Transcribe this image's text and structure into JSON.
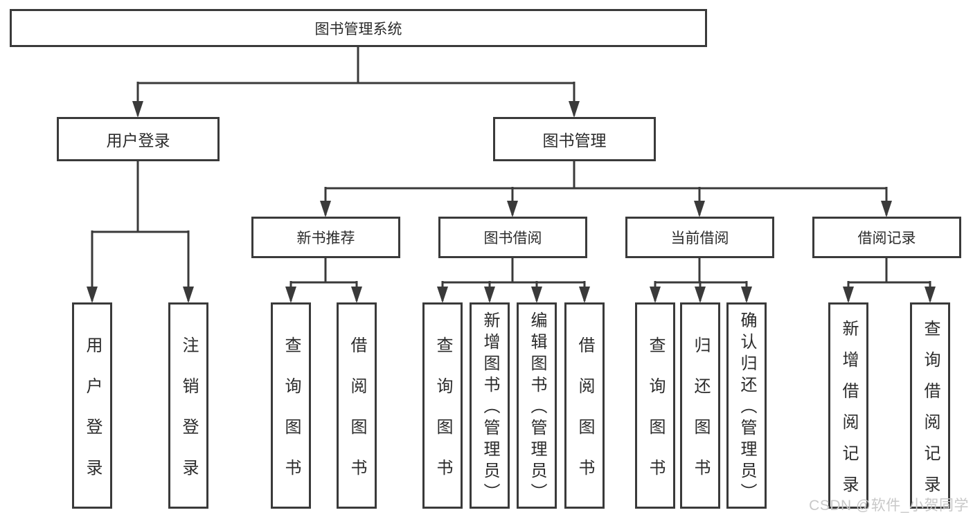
{
  "tree": {
    "label": "图书管理系统",
    "children": [
      {
        "label": "用户登录",
        "children": [
          {
            "label": "用户登录"
          },
          {
            "label": "注销登录"
          }
        ]
      },
      {
        "label": "图书管理",
        "children": [
          {
            "label": "新书推荐",
            "children": [
              {
                "label": "查询图书"
              },
              {
                "label": "借阅图书"
              }
            ]
          },
          {
            "label": "图书借阅",
            "children": [
              {
                "label": "查询图书"
              },
              {
                "label": "新增图书（管理员）"
              },
              {
                "label": "编辑图书（管理员）"
              },
              {
                "label": "借阅图书"
              }
            ]
          },
          {
            "label": "当前借阅",
            "children": [
              {
                "label": "查询图书"
              },
              {
                "label": "归还图书"
              },
              {
                "label": "确认归还（管理员）"
              }
            ]
          },
          {
            "label": "借阅记录",
            "children": [
              {
                "label": "新增借阅记录"
              },
              {
                "label": "查询借阅记录"
              }
            ]
          }
        ]
      }
    ]
  },
  "watermark": {
    "text": "CSDN @软件_小贺同学"
  },
  "colors": {
    "line": "#3a3a3a",
    "text": "#2b2b2b",
    "background": "#ffffff",
    "watermark": "#c8c8c8"
  }
}
